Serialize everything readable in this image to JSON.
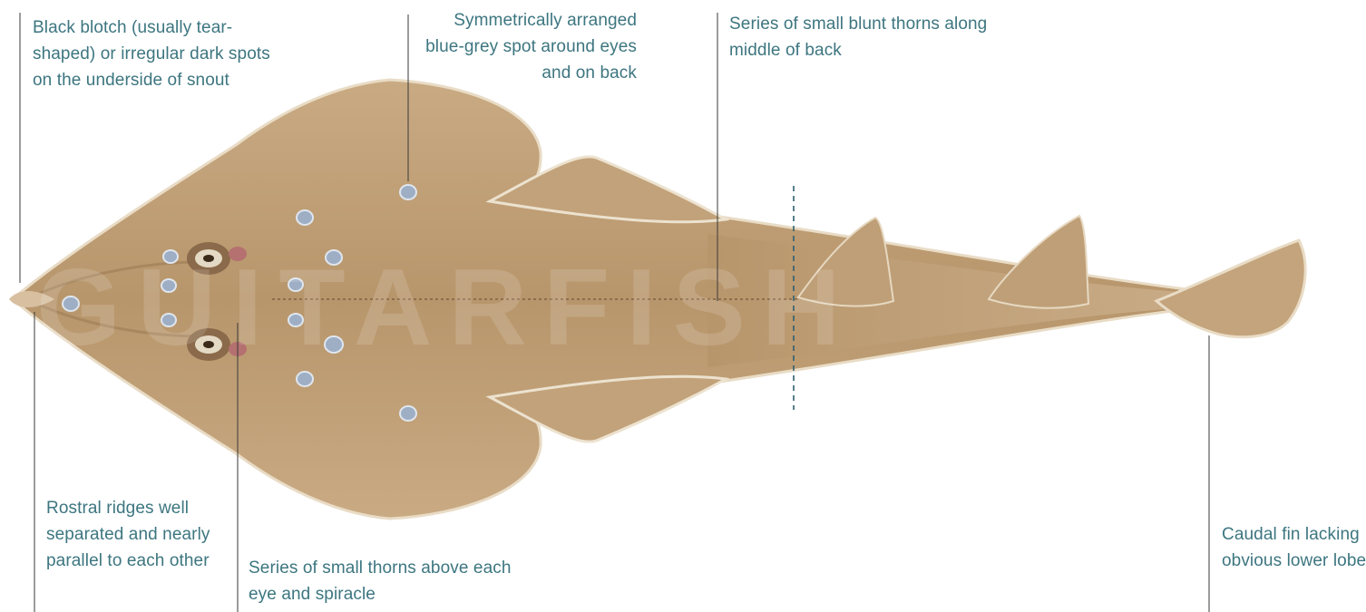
{
  "labels": {
    "black_blotch": "Black blotch (usually tear-shaped) or irregular dark spots on the underside of snout",
    "blue_grey_spot": "Symmetrically arranged blue-grey spot around eyes and on back",
    "blunt_thorns": "Series of small blunt thorns along middle of back",
    "rostral_ridges": "Rostral ridges well separated and nearly parallel to each other",
    "thorns_eye": "Series of small thorns above each eye and spiracle",
    "caudal_fin": "Caudal fin lacking obvious lower lobe"
  },
  "watermark": "GUITARFISH",
  "colors": {
    "label_text": "#3d7680",
    "leader_line": "#3a3a3a",
    "body_fill": "#c4a47c",
    "body_dark": "#a98760",
    "body_edge": "#e9dcc6",
    "spot": "#9eaec4",
    "dashed_line": "#2f5f70"
  }
}
